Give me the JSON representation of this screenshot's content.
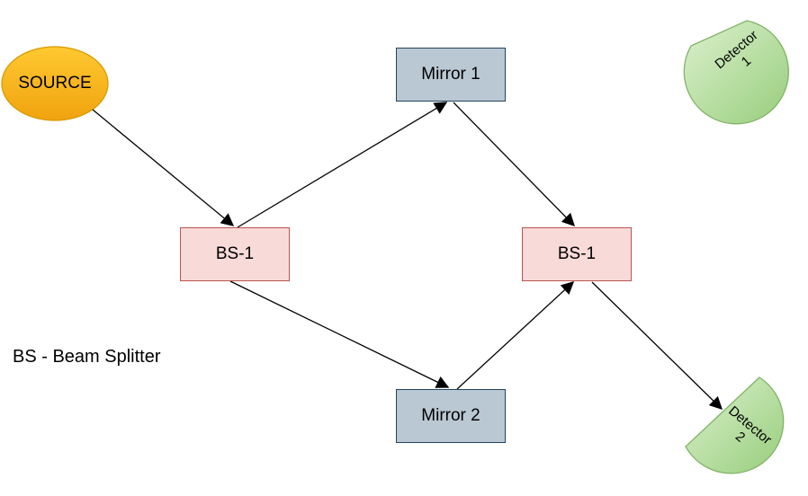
{
  "diagram": {
    "caption": "BS - Beam Splitter",
    "nodes": {
      "source": {
        "label": "SOURCE",
        "shape": "ellipse"
      },
      "mirror1": {
        "label": "Mirror 1",
        "shape": "rectangle"
      },
      "mirror2": {
        "label": "Mirror 2",
        "shape": "rectangle"
      },
      "bs1_left": {
        "label": "BS-1",
        "shape": "rectangle"
      },
      "bs1_right": {
        "label": "BS-1",
        "shape": "rectangle"
      },
      "detector1": {
        "label": "Detector",
        "number": "1",
        "shape": "cut-disc"
      },
      "detector2": {
        "label": "Detector",
        "number": "2",
        "shape": "cut-disc"
      }
    },
    "edges": [
      {
        "from": "source",
        "to": "bs1_left"
      },
      {
        "from": "bs1_left",
        "to": "mirror1"
      },
      {
        "from": "mirror1",
        "to": "bs1_right"
      },
      {
        "from": "bs1_left",
        "to": "mirror2"
      },
      {
        "from": "mirror2",
        "to": "bs1_right"
      },
      {
        "from": "bs1_right",
        "to": "detector2"
      }
    ],
    "colors": {
      "background": "#FFFFFF",
      "source_fill_top": "#FFC931",
      "source_fill_bottom": "#F0A30F",
      "source_stroke": "#D79B00",
      "mirror_fill": "#BAC8D4",
      "mirror_stroke": "#23445D",
      "beamsplitter_fill": "#F8DBD8",
      "beamsplitter_stroke": "#B85450",
      "detector_fill_light": "#DCF0CE",
      "detector_fill_dark": "#97CE7C",
      "detector_stroke": "#82B366",
      "arrow": "#000000",
      "text": "#000000"
    }
  }
}
